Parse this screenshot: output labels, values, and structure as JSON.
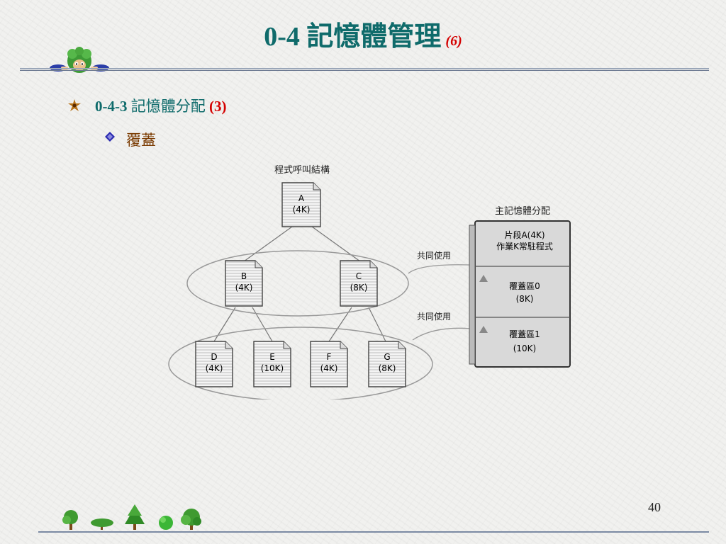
{
  "slide": {
    "title_main": "0-4 記憶體管理",
    "title_sub": "(6)",
    "page_number": "40"
  },
  "bullets": {
    "level1_num": "0-4-3",
    "level1_text": "記憶體分配",
    "level1_sub": "(3)",
    "level2_text": "覆蓋"
  },
  "diagram": {
    "tree_title": "程式呼叫結構",
    "memory_title": "主記憶體分配",
    "shared_label_1": "共同使用",
    "shared_label_2": "共同使用",
    "nodes": [
      {
        "name": "A",
        "size": "(4K)"
      },
      {
        "name": "B",
        "size": "(4K)"
      },
      {
        "name": "C",
        "size": "(8K)"
      },
      {
        "name": "D",
        "size": "(4K)"
      },
      {
        "name": "E",
        "size": "(10K)"
      },
      {
        "name": "F",
        "size": "(4K)"
      },
      {
        "name": "G",
        "size": "(8K)"
      }
    ],
    "memory": [
      {
        "line1": "片段A(4K)",
        "line2": "作業K常駐程式"
      },
      {
        "line1": "覆蓋區0",
        "line2": "(8K)"
      },
      {
        "line1": "覆蓋區1",
        "line2": "(10K)"
      }
    ]
  }
}
